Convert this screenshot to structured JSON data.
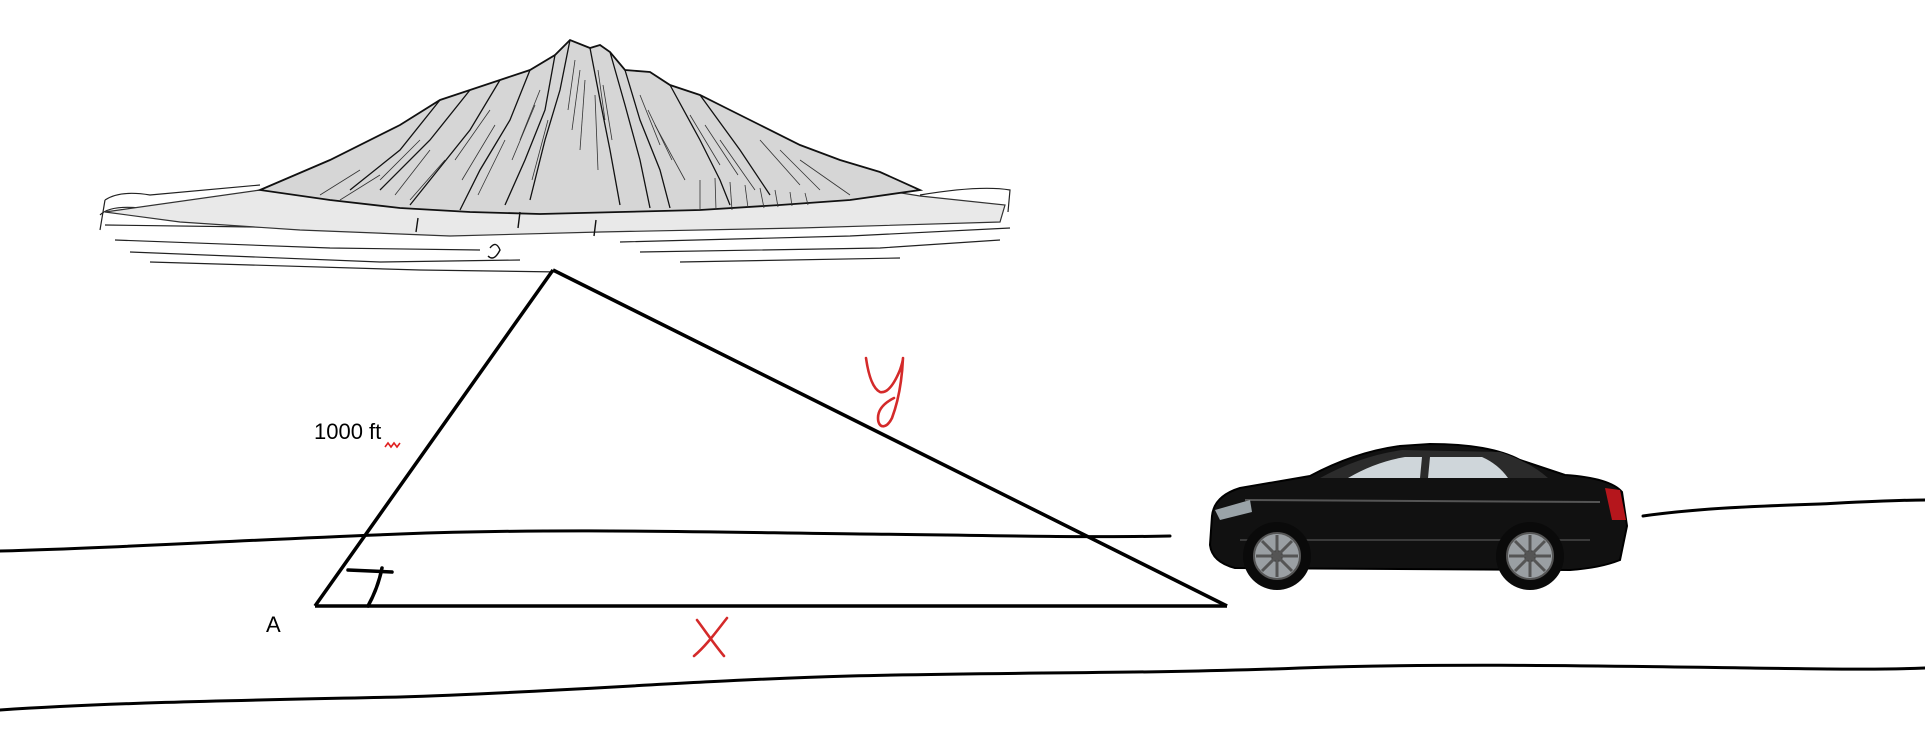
{
  "diagram": {
    "side_label": "1000 ft",
    "vertex_label": "A",
    "hypotenuse_label": "y",
    "base_label": "x"
  },
  "colors": {
    "ink": "#000000",
    "handwriting": "#d42a2a",
    "spellcheck": "#e02020"
  },
  "pictures": {
    "mountain": "mountain-island-engraving",
    "car": "black-sedan"
  }
}
